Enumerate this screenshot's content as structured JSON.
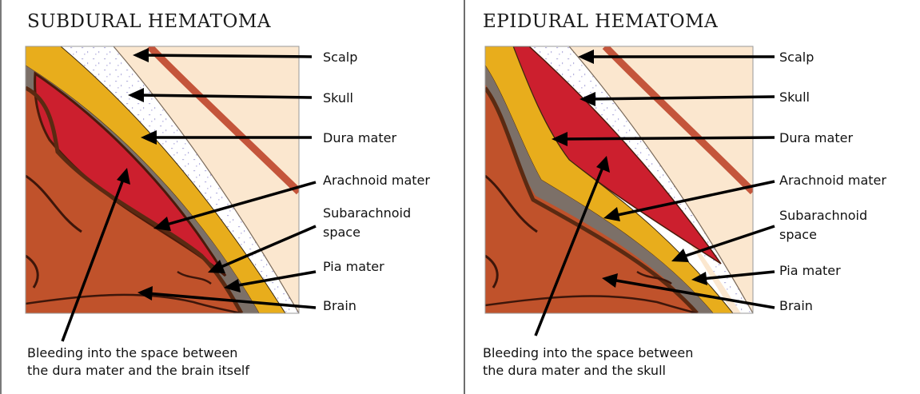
{
  "panels": [
    {
      "title": "SUBDURAL HEMATOMA",
      "labels": {
        "scalp": "Scalp",
        "skull": "Skull",
        "dura": "Dura mater",
        "arachnoid": "Arachnoid mater",
        "subarachnoid_line1": "Subarachnoid",
        "subarachnoid_line2": "space",
        "pia": "Pia mater",
        "brain": "Brain"
      },
      "caption_lines": [
        "Bleeding into the space between",
        "the dura mater and the brain itself"
      ]
    },
    {
      "title": "EPIDURAL HEMATOMA",
      "labels": {
        "scalp": "Scalp",
        "skull": "Skull",
        "dura": "Dura mater",
        "arachnoid": "Arachnoid mater",
        "subarachnoid_line1": "Subarachnoid",
        "subarachnoid_line2": "space",
        "pia": "Pia mater",
        "brain": "Brain"
      },
      "caption_lines": [
        "Bleeding into the space between",
        "the dura mater and the skull"
      ]
    }
  ],
  "colors": {
    "scalp": "#fbe7cf",
    "scalp_edge": "#c4553b",
    "skull": "#ffffff",
    "skull_dots": "#b9b6e0",
    "dura": "#e8ad1c",
    "blood": "#cc1f2e",
    "membrane": "#5a2a12",
    "subarachnoid": "#7c7068",
    "brain": "#c0522b",
    "sulcus": "#3d160a"
  }
}
